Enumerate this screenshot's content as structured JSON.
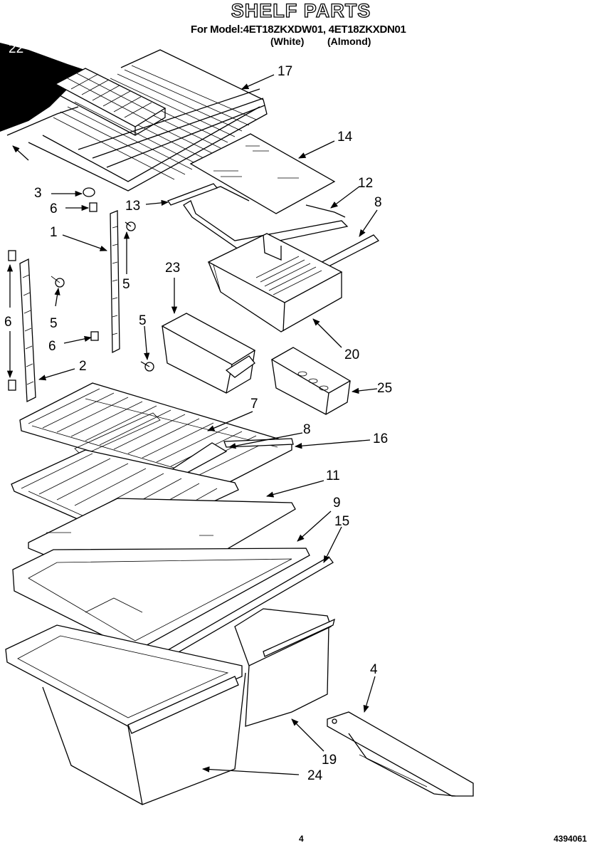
{
  "header": {
    "title": "SHELF PARTS",
    "model_line": "For Model:4ET18ZKXDW01, 4ET18ZKXDN01",
    "color_white": "(White)",
    "color_almond": "(Almond)"
  },
  "callouts": [
    "22",
    "17",
    "14",
    "3",
    "12",
    "13",
    "8",
    "6",
    "1",
    "5",
    "23",
    "6",
    "5",
    "5",
    "6",
    "20",
    "2",
    "25",
    "7",
    "8",
    "16",
    "11",
    "9",
    "15",
    "4",
    "19",
    "24"
  ],
  "footer": {
    "page_number": "4",
    "doc_number": "4394061"
  }
}
